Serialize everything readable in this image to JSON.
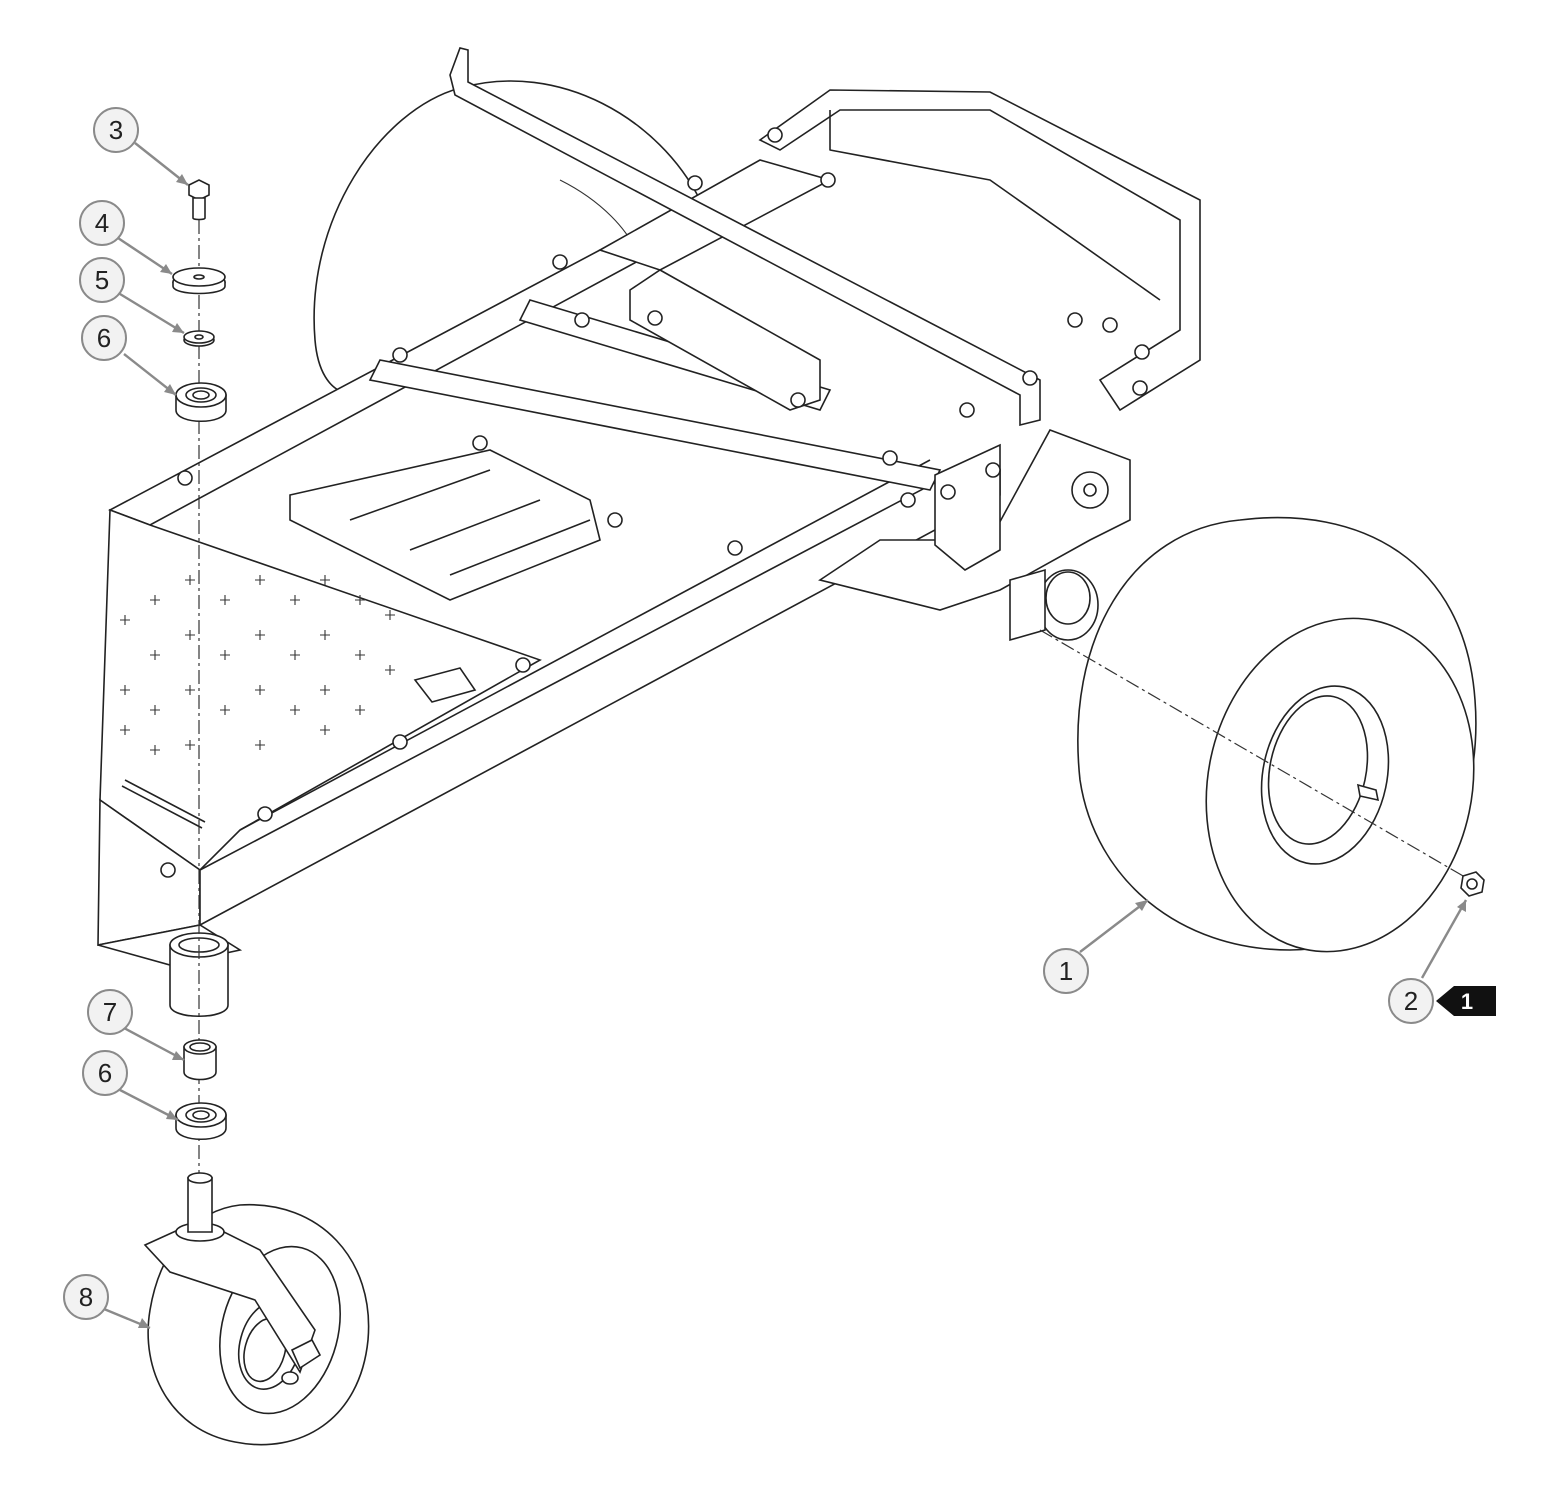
{
  "callouts": {
    "c1": "1",
    "c2": "2",
    "c3": "3",
    "c4": "4",
    "c5": "5",
    "c6a": "6",
    "c6b": "6",
    "c7": "7",
    "c8": "8"
  },
  "reference_tag": "1",
  "colors": {
    "line": "#222222",
    "leader": "#8a8a8a",
    "bubble_fill": "#f2f2f2",
    "tag_fill": "#111111"
  }
}
